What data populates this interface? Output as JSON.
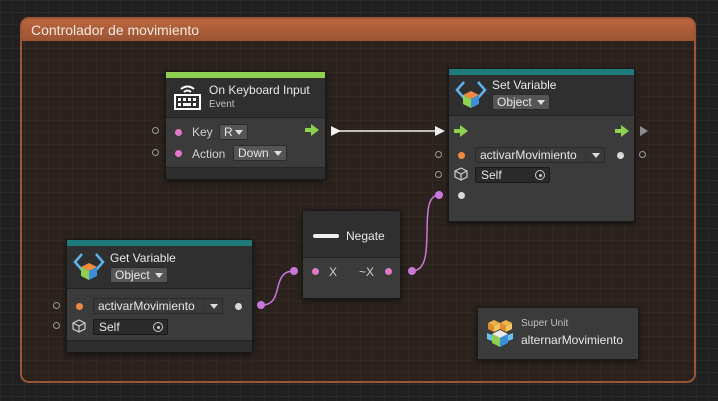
{
  "group": {
    "title": "Controlador de movimiento"
  },
  "keyboard_node": {
    "title": "On Keyboard Input",
    "subtitle": "Event",
    "key_label": "Key",
    "key_value": "R",
    "action_label": "Action",
    "action_value": "Down"
  },
  "set_variable_node": {
    "title": "Set Variable",
    "kind_value": "Object",
    "variable_value": "activarMovimiento",
    "target_value": "Self"
  },
  "get_variable_node": {
    "title": "Get Variable",
    "kind_value": "Object",
    "variable_value": "activarMovimiento",
    "target_value": "Self"
  },
  "negate_node": {
    "title": "Negate",
    "input_label": "X",
    "output_label": "~X"
  },
  "super_unit_node": {
    "title": "Super Unit",
    "name": "alternarMovimiento"
  },
  "colors": {
    "group_border": "#9a5637",
    "event_bar": "#8ed04f",
    "variable_bar": "#1f7b7b",
    "flow_arrow": "#8ed04f",
    "value_port": "#e177c6",
    "variable_port": "#ef8a43"
  }
}
